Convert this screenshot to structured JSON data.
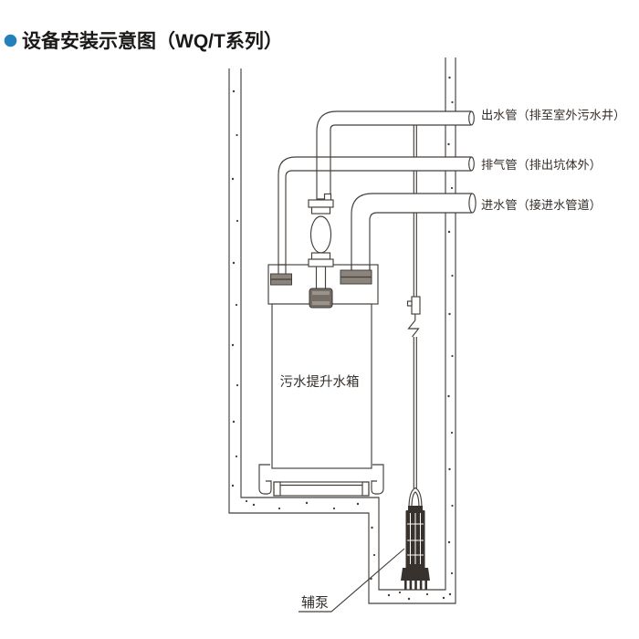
{
  "header": {
    "title": "设备安装示意图（WQ/T系列）",
    "bullet_color": "#2280bd"
  },
  "diagram": {
    "labels": {
      "outlet_pipe": "出水管（排至室外污水井）",
      "vent_pipe": "排气管（排出坑体外）",
      "inlet_pipe": "进水管（接进水管道）",
      "tank": "污水提升水箱",
      "pump": "辅泵"
    },
    "colors": {
      "line": "#453f3a",
      "label_text": "#352f2b",
      "fitting_gray": "#8a847d",
      "pump_body": "#37322e"
    }
  }
}
